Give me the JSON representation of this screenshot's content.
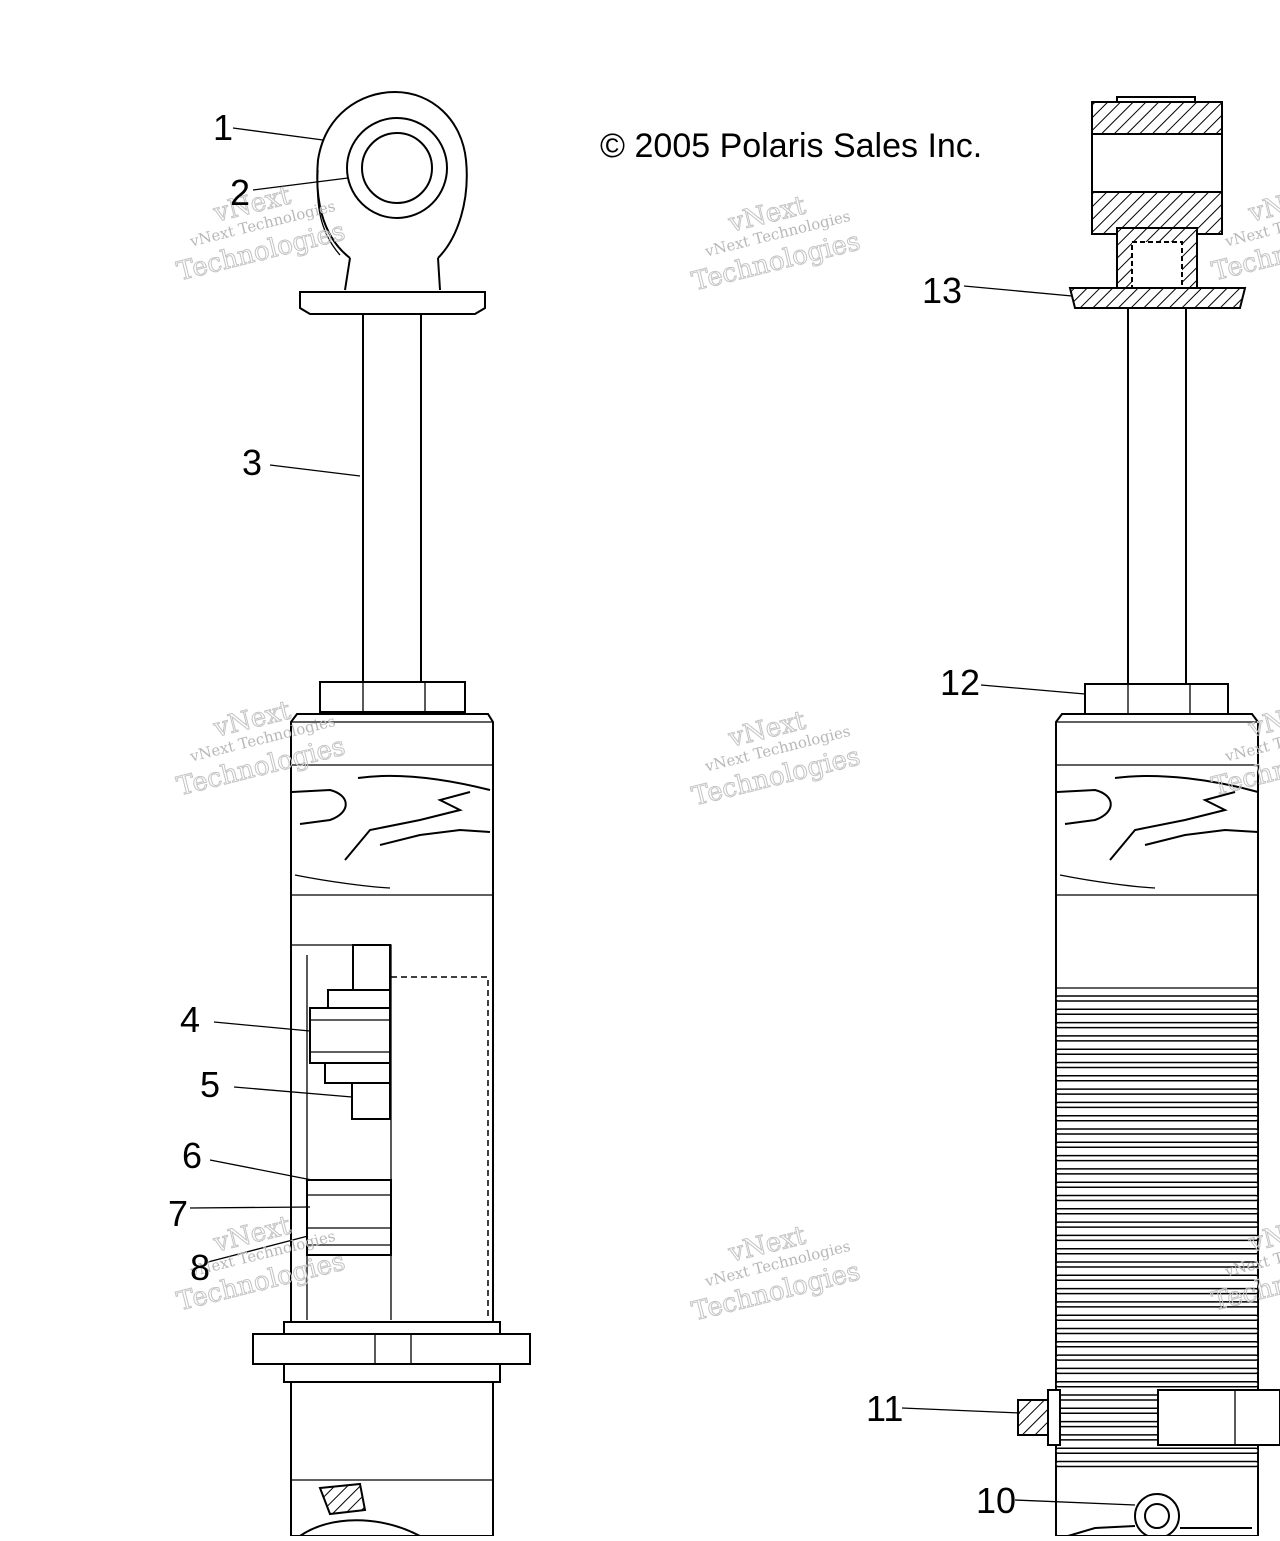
{
  "copyright": "© 2005 Polaris Sales Inc.",
  "watermark": {
    "line1": "vNext",
    "line2": "vNext Technologies",
    "line3": "Technologies"
  },
  "callouts": {
    "c1": "1",
    "c2": "2",
    "c3": "3",
    "c4": "4",
    "c5": "5",
    "c6": "6",
    "c7": "7",
    "c8": "8",
    "c10": "10",
    "c11": "11",
    "c12": "12",
    "c13": "13"
  }
}
